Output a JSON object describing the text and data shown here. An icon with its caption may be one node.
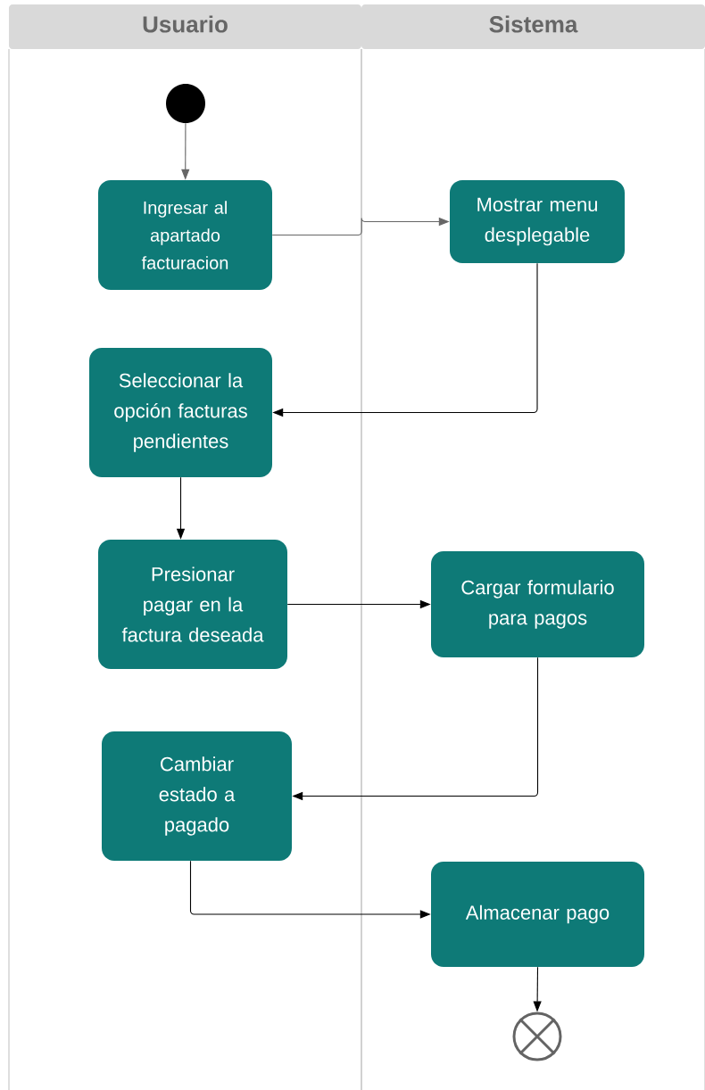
{
  "diagram": {
    "nodes": [
      {
        "text": [
          "Usuario"
        ]
      },
      {
        "text": [
          "Sistema"
        ]
      },
      {
        "text": [],
        "shape": "circle",
        "in": 0
      },
      {
        "text": [
          "Ingresar al apartado facturacion"
        ],
        "in": 0
      },
      {
        "text": [
          "Mostrar menu desplegable"
        ],
        "in": 1
      },
      {
        "text": [
          "Seleccionar la opción facturas pendientes"
        ],
        "in": 0
      },
      {
        "text": [
          "Presionar pagar en la factura deseada"
        ],
        "in": 0
      },
      {
        "text": [
          "Cargar formulario para pagos"
        ],
        "in": 1
      },
      {
        "text": [
          "Cambiar estado a pagado"
        ],
        "in": 0
      },
      {
        "text": [
          "Almacenar pago"
        ],
        "in": 1
      },
      {
        "text": [],
        "shape": "circle",
        "in": 1
      }
    ],
    "edges": [
      {
        "from": 2,
        "to": 3,
        "arrow": "to",
        "color": "#666666"
      },
      {
        "from": 3,
        "to": 4,
        "arrow": "to",
        "color": "#666666"
      },
      {
        "from": 4,
        "to": 5,
        "arrow": "to"
      },
      {
        "from": 5,
        "to": 6,
        "arrow": "to"
      },
      {
        "from": 6,
        "to": 7,
        "arrow": "to"
      },
      {
        "from": 7,
        "to": 8,
        "arrow": "to"
      },
      {
        "from": 8,
        "to": 9,
        "arrow": "to"
      },
      {
        "from": 9,
        "to": 10,
        "arrow": "to"
      }
    ]
  }
}
